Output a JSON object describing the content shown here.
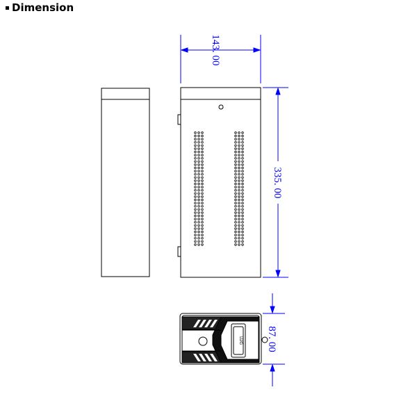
{
  "heading": {
    "label": "Dimension"
  },
  "dimensions": {
    "width": "143. 00",
    "height": "335. 00",
    "depth": "87. 00"
  },
  "top_view_label": "LUG",
  "colors": {
    "line": "#000000",
    "dimension": "#0000ff",
    "background": "#ffffff"
  }
}
